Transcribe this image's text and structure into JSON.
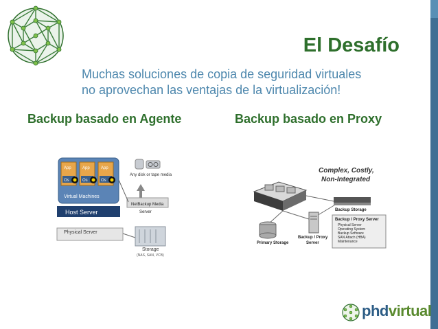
{
  "slide": {
    "title": "El Desafío",
    "subtitle_line1": "Muchas soluciones de copia de seguridad virtuales",
    "subtitle_line2": "no aprovechan las ventajas de la virtualización!",
    "left_heading": "Backup basado en Agente",
    "right_heading": "Backup basado en Proxy"
  },
  "left_diagram": {
    "app_label": "App",
    "os_label": "Os",
    "vm_label": "Virtual Machines",
    "host_label": "Host Server",
    "physical_label": "Physical Server",
    "media_label": "Any disk or tape media",
    "nb_label_line1": "NetBackup Media",
    "nb_label_line2": "Server",
    "storage_label": "Storage",
    "storage_sub": "(NAS, SAN, VCB)"
  },
  "right_diagram": {
    "headline_line1": "Complex, Costly,",
    "headline_line2": "Non-Integrated",
    "backup_storage": "Backup Storage",
    "proxy_title": "Backup / Proxy Server",
    "proxy_items": [
      "Physical Server",
      "Operating System",
      "Backup Software",
      "SAN Attach (HBA)",
      "Maintenance"
    ],
    "primary_storage": "Primary Storage",
    "proxy_server_line1": "Backup / Proxy",
    "proxy_server_line2": "Server"
  },
  "logo": {
    "part1": "phd",
    "part2": "virtual"
  },
  "colors": {
    "title_green": "#2e6f2c",
    "subtitle_blue": "#4d87ad",
    "bar_blue": "#3f6f94"
  }
}
